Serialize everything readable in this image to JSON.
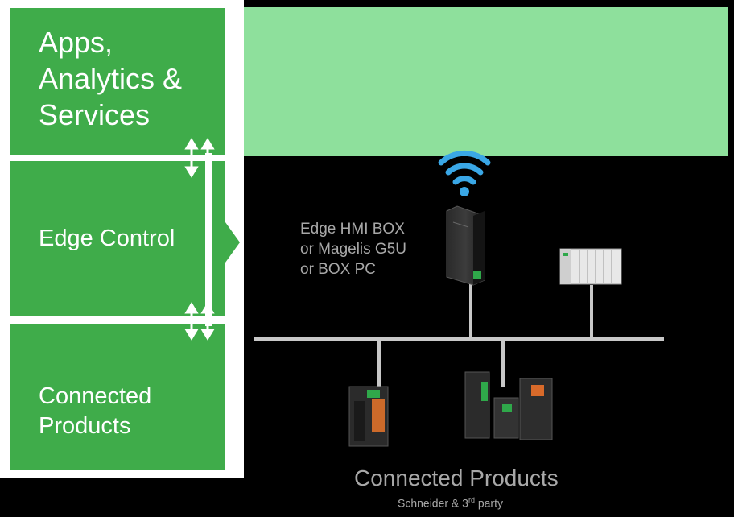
{
  "layers": {
    "apps": "Apps,\nAnalytics &\nServices",
    "edge": "Edge Control",
    "products": "Connected\nProducts"
  },
  "edge_device_caption": "Edge HMI BOX\nor Magelis G5U\nor BOX PC",
  "connected_products": {
    "title": "Connected Products",
    "subtitle_prefix": "Schneider & 3",
    "subtitle_sup": "rd",
    "subtitle_suffix": " party"
  },
  "colors": {
    "layer_green": "#3fac4a",
    "cloud_green": "#8ee09c",
    "caption_gray": "#a8a8a8",
    "bus_gray": "#c8c8c8",
    "wifi_blue": "#3aa7e6"
  },
  "icons": [
    "wifi-icon",
    "edge-box-device-icon",
    "plc-rack-device-icon",
    "servo-drive-device-icon",
    "variable-speed-drives-device-icon"
  ]
}
